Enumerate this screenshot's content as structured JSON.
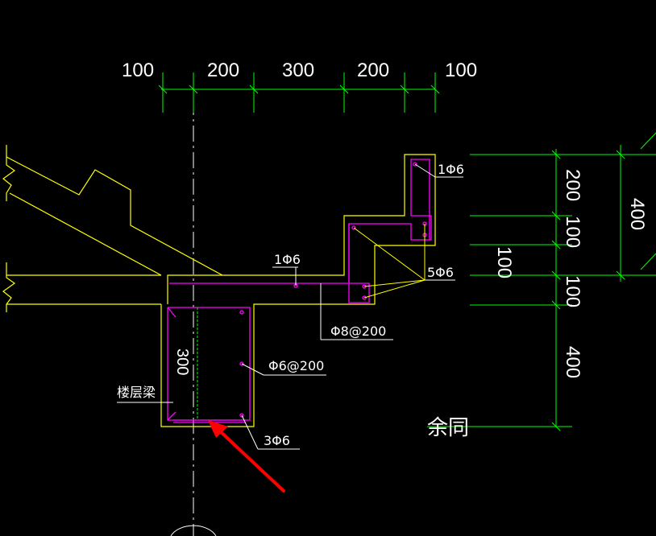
{
  "colors": {
    "background": "#000000",
    "dimension": "#00ff00",
    "concrete_outline": "#ffff00",
    "rebar": "#ff00ff",
    "text": "#ffffff",
    "arrow": "#ff0000",
    "centerline": "#ffffff"
  },
  "top_dimensions": [
    "100",
    "200",
    "300",
    "200",
    "100"
  ],
  "right_dimensions": {
    "outer": [
      "200",
      "100",
      "100",
      "400"
    ],
    "overall": "400",
    "inner": "100"
  },
  "beam_height_dim": "300",
  "labels": {
    "floor_beam": "楼层梁",
    "top_bar": "1Φ6",
    "slab_bar": "1Φ6",
    "edge_bars": "5Φ6",
    "slab_stirrup": "Φ8@200",
    "beam_stirrup": "Φ6@200",
    "bottom_bars": "3Φ6",
    "note": "余同"
  }
}
